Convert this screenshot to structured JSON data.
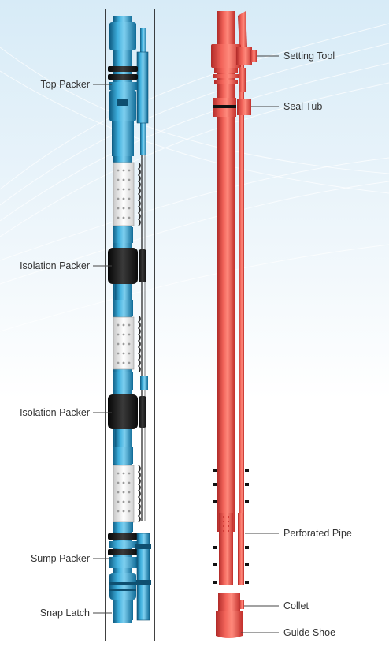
{
  "colors": {
    "blue_tool": "#1f8fc0",
    "blue_dark": "#0f5f86",
    "red_tool": "#e0463f",
    "red_dark": "#b3262a",
    "packer_black": "#1c1c1c",
    "label_text": "#333333",
    "leader_line": "#444444"
  },
  "left_assembly": {
    "labels": [
      {
        "id": "top-packer",
        "text": "Top Packer"
      },
      {
        "id": "isolation-packer-1",
        "text": "Isolation Packer"
      },
      {
        "id": "isolation-packer-2",
        "text": "Isolation Packer"
      },
      {
        "id": "sump-packer",
        "text": "Sump Packer"
      },
      {
        "id": "snap-latch",
        "text": "Snap Latch"
      }
    ]
  },
  "right_assembly": {
    "labels": [
      {
        "id": "setting-tool",
        "text": "Setting Tool"
      },
      {
        "id": "seal-tub",
        "text": "Seal Tub"
      },
      {
        "id": "perforated-pipe",
        "text": "Perforated Pipe"
      },
      {
        "id": "collet",
        "text": "Collet"
      },
      {
        "id": "guide-shoe",
        "text": "Guide Shoe"
      }
    ]
  }
}
